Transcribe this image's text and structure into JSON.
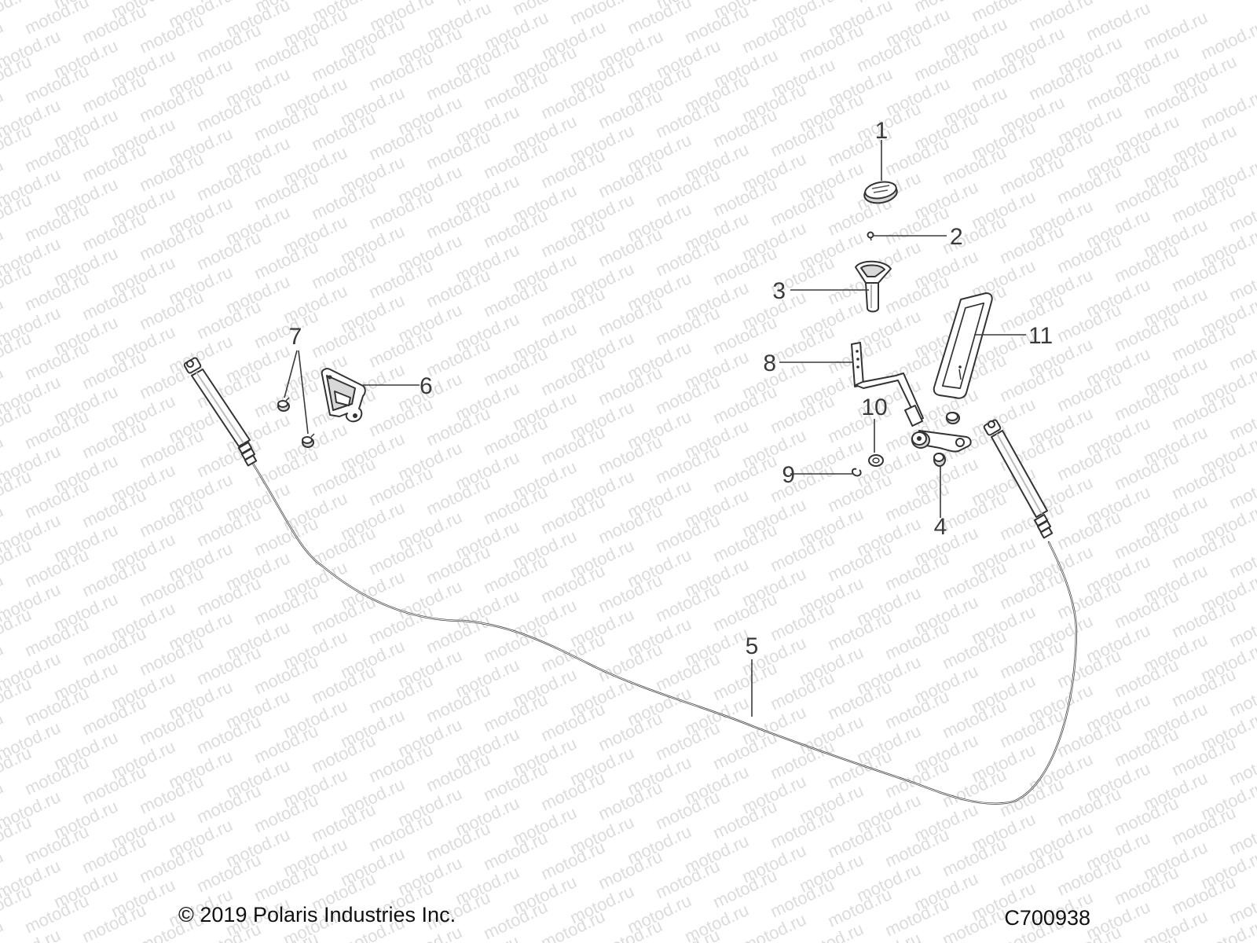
{
  "watermark": "motod.ru",
  "copyright": "© 2019 Polaris Industries Inc.",
  "figure_id": "C700938",
  "callouts": {
    "c1": "1",
    "c2": "2",
    "c3": "3",
    "c4": "4",
    "c5": "5",
    "c6": "6",
    "c7": "7",
    "c8": "8",
    "c9": "9",
    "c10": "10",
    "c11": "11"
  }
}
